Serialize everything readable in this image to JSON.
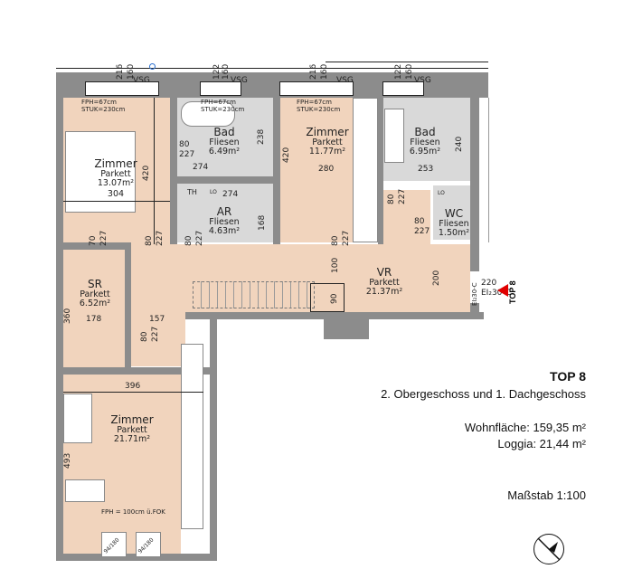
{
  "plan_title": "TOP 8",
  "floors": "2. Obergeschoss und 1. Dachgeschoss",
  "living_area": "Wohnfläche: 159,35 m²",
  "loggia": "Loggia: 21,44 m²",
  "scale": "Maßstab 1:100",
  "entrance_marker": "TOP 8",
  "rooms": [
    {
      "name": "Zimmer",
      "floor": "Parkett",
      "area": "13.07m²",
      "width": "304",
      "depth": "420"
    },
    {
      "name": "Bad",
      "floor": "Fliesen",
      "area": "6.49m²",
      "width": "274",
      "depth": "238"
    },
    {
      "name": "AR",
      "floor": "Fliesen",
      "area": "4.63m²",
      "width": "274",
      "depth": "168"
    },
    {
      "name": "Zimmer",
      "floor": "Parkett",
      "area": "11.77m²",
      "width": "280",
      "depth": "420"
    },
    {
      "name": "Bad",
      "floor": "Fliesen",
      "area": "6.95m²",
      "width": "253",
      "depth": "240"
    },
    {
      "name": "WC",
      "floor": "Fliesen",
      "area": "1.50m²"
    },
    {
      "name": "VR",
      "floor": "Parkett",
      "area": "21.37m²"
    },
    {
      "name": "SR",
      "floor": "Parkett",
      "area": "6.52m²",
      "width": "178",
      "depth": "360"
    },
    {
      "name": "Zimmer",
      "floor": "Parkett",
      "area": "21.71m²",
      "width": "396",
      "depth": "493"
    }
  ],
  "window_notes": [
    "FPH=67cm",
    "STUK=230cm",
    "FPH = 100cm ü.FOK"
  ],
  "window_tags": [
    "VSG",
    "216",
    "160",
    "122",
    "94/180"
  ],
  "doors": [
    "80",
    "227",
    "70",
    "90",
    "220",
    "EI₂30-C",
    "157",
    "100",
    "200",
    "90"
  ],
  "fixtures": [
    "TH",
    "LO"
  ],
  "colors": {
    "wall": "#8c8c8c",
    "parkett": "#f1d4bd",
    "fliesen": "#d9d9d9",
    "marker": "#e00000"
  }
}
